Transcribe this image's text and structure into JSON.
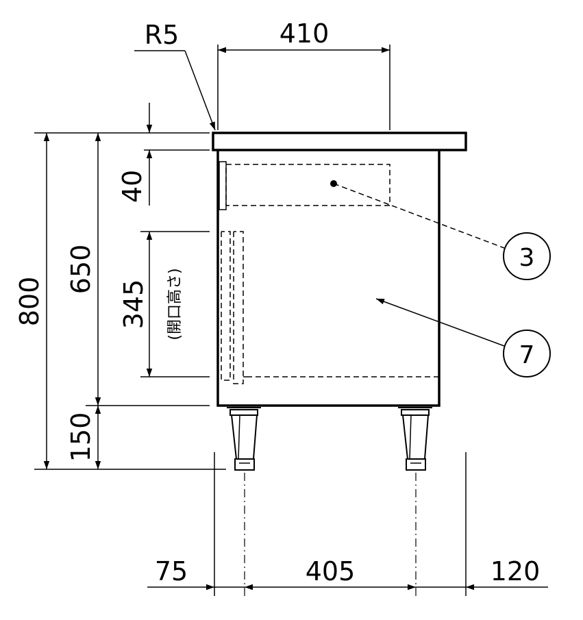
{
  "dimensions": {
    "corner_radius": "R5",
    "top_depth": "410",
    "top_thickness": "40",
    "total_height": "800",
    "body_height": "650",
    "opening_height": "345",
    "opening_note": "(開口高さ)",
    "leg_height": "150",
    "front_offset": "75",
    "leg_spacing": "405",
    "rear_offset": "120"
  },
  "callouts": [
    {
      "number": "3"
    },
    {
      "number": "7"
    }
  ]
}
